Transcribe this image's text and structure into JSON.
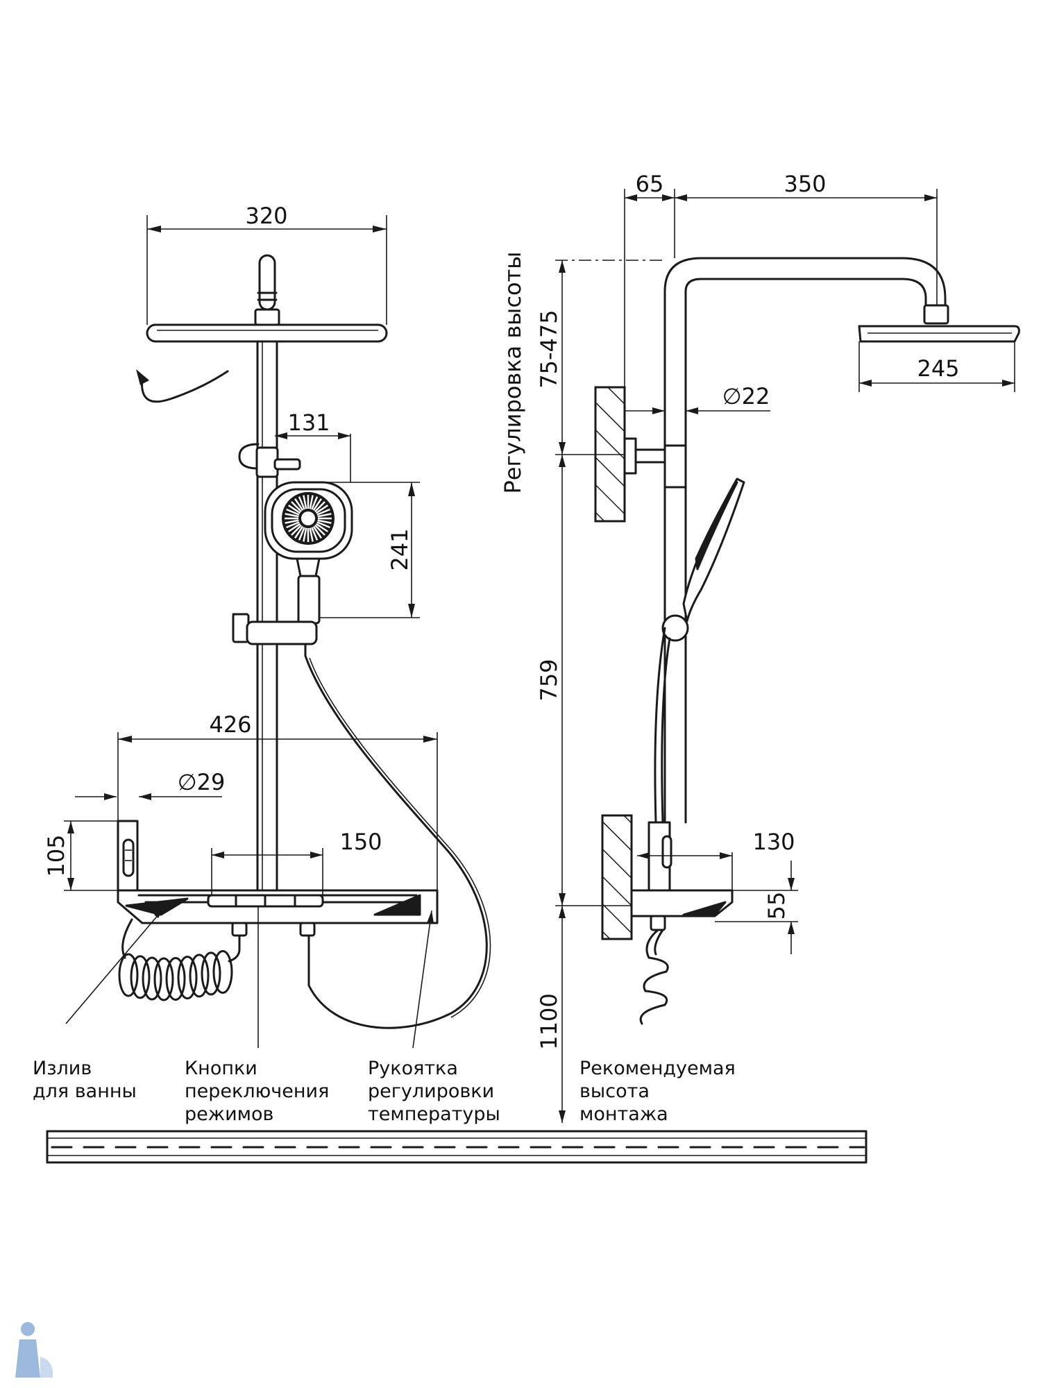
{
  "dimensions": {
    "front_head_width": "320",
    "hand_shower_width": "131",
    "hand_shower_height": "241",
    "mixer_width": "426",
    "bath_spout_diameter": "∅29",
    "mixer_height": "105",
    "button_spacing": "150",
    "side_wall_offset": "65",
    "side_arm_reach": "350",
    "side_head_width": "245",
    "pipe_diameter": "∅22",
    "height_adjust_range": "75-475",
    "rail_height": "759",
    "mount_height": "1100",
    "mixer_depth": "130",
    "mixer_body_height": "55"
  },
  "labels": {
    "height_adjust": "Регулировка высоты",
    "spout_1": "Излив",
    "spout_2": "для ванны",
    "buttons_1": "Кнопки",
    "buttons_2": "переключения",
    "buttons_3": "режимов",
    "handle_1": "Рукоятка",
    "handle_2": "регулировки",
    "handle_3": "температуры",
    "recommended_1": "Рекомендуемая",
    "recommended_2": "высота",
    "recommended_3": "монтажа"
  },
  "icons": {
    "rotation": "rotation-arrow-icon",
    "logo": "plumber-logo-icon"
  }
}
